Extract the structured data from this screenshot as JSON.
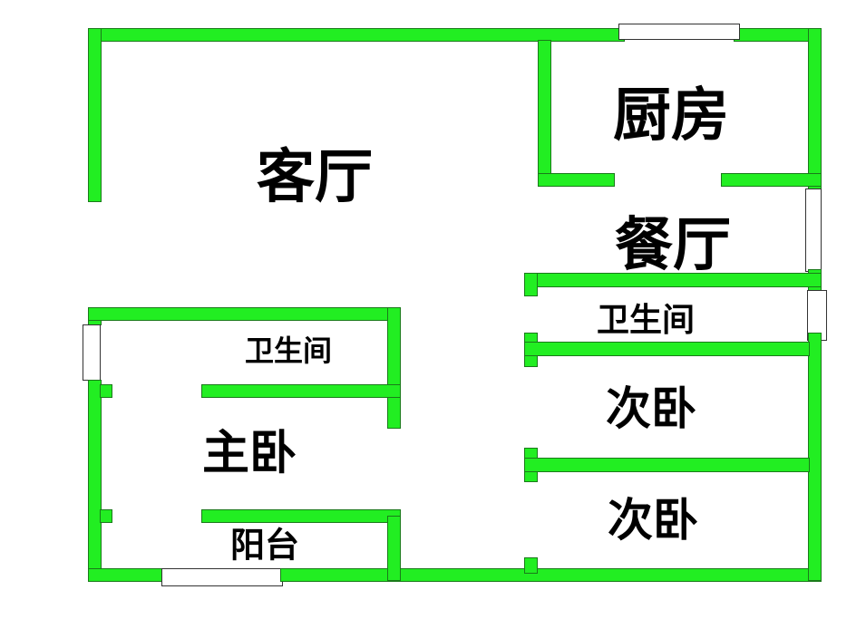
{
  "title": "户型图",
  "wall_color": "#22ee22",
  "rooms": {
    "living_room": "客厅",
    "kitchen": "厨房",
    "dining_room": "餐厅",
    "bathroom_right": "卫生间",
    "bedroom_2a": "次卧",
    "bedroom_2b": "次卧",
    "bathroom_master": "卫生间",
    "master_bedroom": "主卧",
    "balcony": "阳台"
  }
}
